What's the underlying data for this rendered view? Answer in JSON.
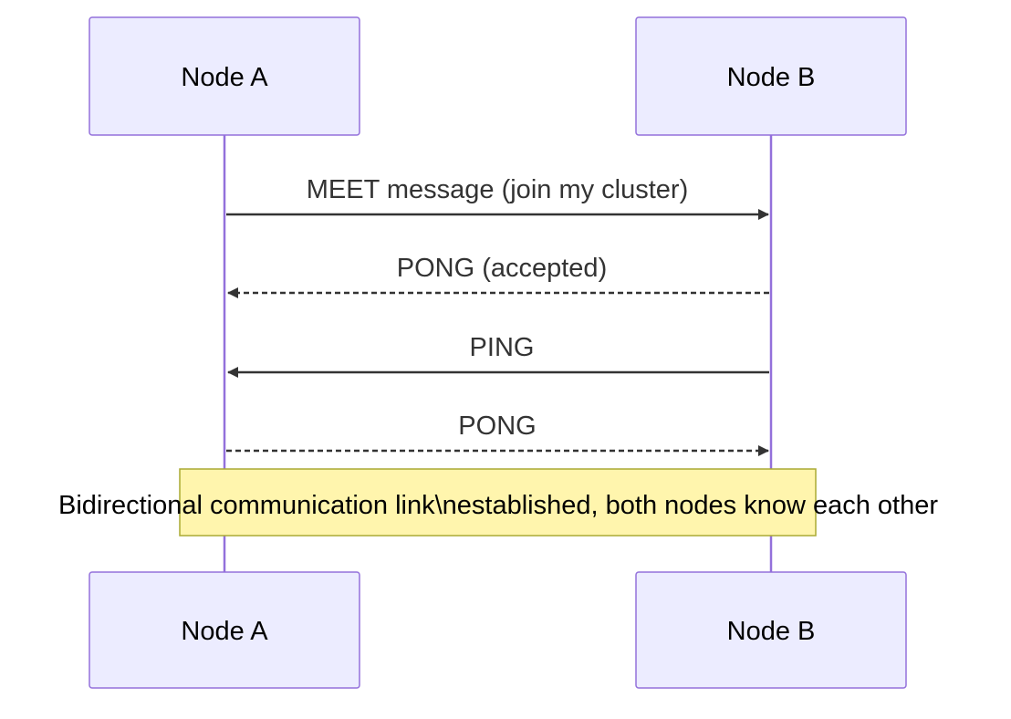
{
  "participants": {
    "a": {
      "label": "Node A"
    },
    "b": {
      "label": "Node B"
    }
  },
  "messages": [
    {
      "text": "MEET message (join my cluster)",
      "from": "a",
      "to": "b",
      "style": "solid"
    },
    {
      "text": "PONG (accepted)",
      "from": "b",
      "to": "a",
      "style": "dashed"
    },
    {
      "text": "PING",
      "from": "b",
      "to": "a",
      "style": "solid"
    },
    {
      "text": "PONG",
      "from": "a",
      "to": "b",
      "style": "dashed"
    }
  ],
  "note": {
    "text": "Bidirectional communication link\\nestablished, both nodes know each other"
  },
  "colors": {
    "actor_fill": "#ECECFF",
    "actor_border": "#9370DB",
    "lifeline": "#9370DB",
    "message_line": "#333333",
    "note_fill": "#FFF5AD",
    "note_border": "#AAAA33"
  }
}
